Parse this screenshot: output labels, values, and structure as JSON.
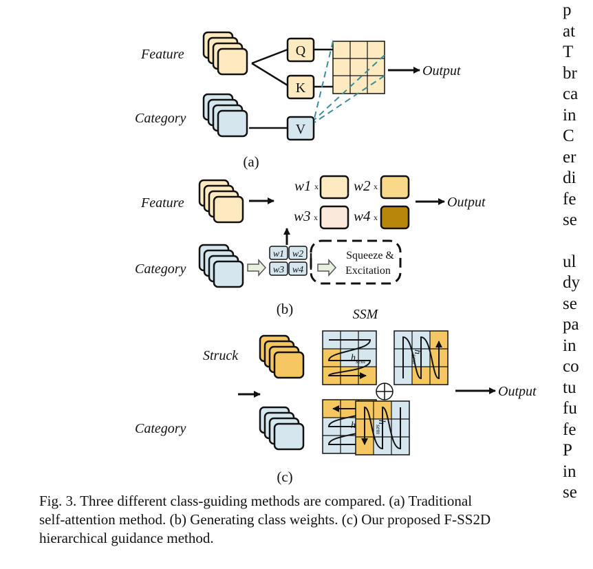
{
  "panel_a": {
    "feature_label": "Feature",
    "category_label": "Category",
    "q_label": "Q",
    "k_label": "K",
    "v_label": "V",
    "output_label": "Output",
    "sublabel": "(a)"
  },
  "panel_b": {
    "feature_label": "Feature",
    "category_label": "Category",
    "w1_label": "w1",
    "w2_label": "w2",
    "w3_label": "w3",
    "w4_label": "w4",
    "times": "x",
    "small_w1": "w1",
    "small_w2": "w2",
    "small_w3": "w3",
    "small_w4": "w4",
    "se_line1": "Squeeze &",
    "se_line2": "Excitation",
    "output_label": "Output",
    "sublabel": "(b)"
  },
  "panel_c": {
    "title": "SSM",
    "struck_label": "Struck",
    "category_label": "Category",
    "hsem_main": "h",
    "hsem_sub": "sem",
    "plus_symbol": "⊕",
    "output_label": "Output",
    "sublabel": "(c)"
  },
  "caption": {
    "line1": "Fig. 3.  Three different class-guiding methods are compared. (a) Traditional",
    "line2": "self-attention method. (b) Generating class weights. (c) Our proposed F-SS2D",
    "line3": "hierarchical guidance method."
  },
  "right_column_fragments": [
    "p",
    "at",
    "T",
    "br",
    "ca",
    "in",
    "C",
    "er",
    "di",
    "fe",
    "se",
    "ul",
    "dy",
    "se",
    "pa",
    "in",
    "co",
    "tu",
    "fu",
    "fe",
    "P",
    "in",
    "se"
  ],
  "colors": {
    "feature_fill": "#fdeac0",
    "category_fill": "#d6e6ef",
    "ssm_yellow": "#f5c760",
    "w4_fill": "#b8860b",
    "w3_fill": "#fbe9dc",
    "dashed_teal": "#3d8c99"
  }
}
